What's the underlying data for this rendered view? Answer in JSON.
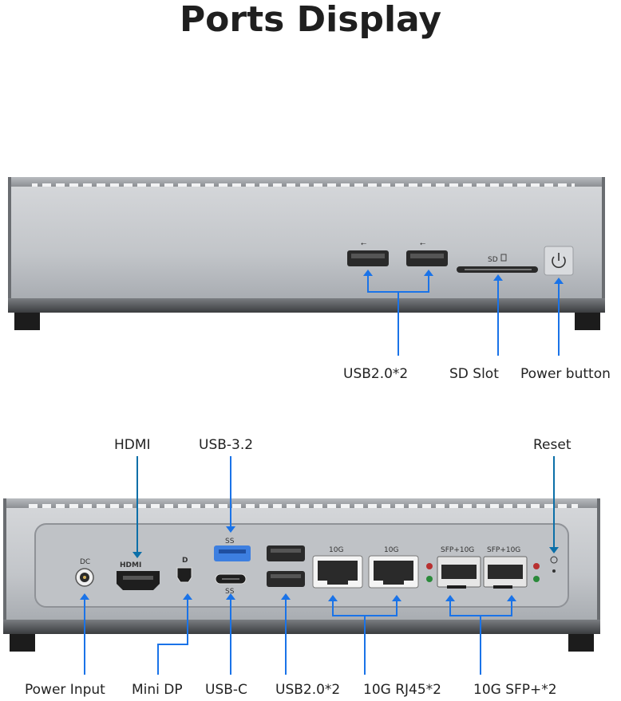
{
  "title": "Ports Display",
  "front": {
    "labels": {
      "usb2": "USB2.0*2",
      "sd": "SD Slot",
      "power": "Power button"
    },
    "sd_mark": "SD"
  },
  "rear": {
    "labels": {
      "hdmi": "HDMI",
      "usb32": "USB-3.2",
      "reset": "Reset",
      "power_input": "Power Input",
      "mini_dp": "Mini DP",
      "usbc": "USB-C",
      "usb2": "USB2.0*2",
      "rj45": "10G RJ45*2",
      "sfp": "10G SFP+*2"
    },
    "port_marks": {
      "dc": "DC",
      "hdmi_logo": "HDMI",
      "dp": "D",
      "ss1": "SS",
      "ss2": "SS",
      "rj45_a": "10G",
      "rj45_b": "10G",
      "sfp_a": "SFP+10G",
      "sfp_b": "SFP+10G"
    }
  },
  "colors": {
    "callout_line": "#1a73e8",
    "callout_line_dark": "#0b6fa8",
    "chassis": "#c5c8cc",
    "chassis_dark": "#5c5f63",
    "usb3_blue": "#3d7fe0"
  }
}
